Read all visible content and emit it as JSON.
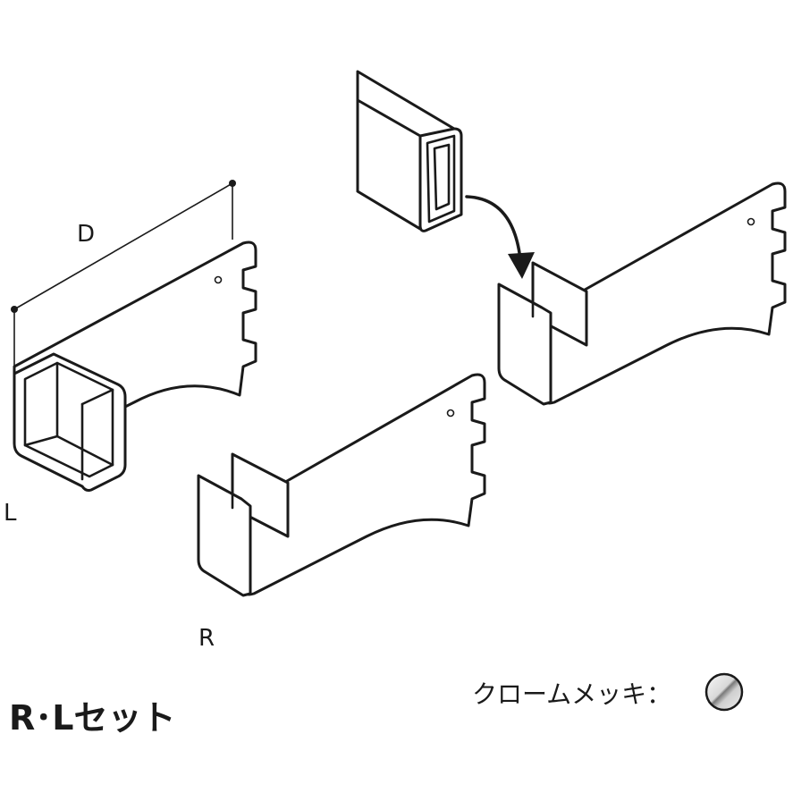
{
  "labels": {
    "dimension_d": "D",
    "part_l": "L",
    "part_r": "R",
    "set_name": "R･Lセット",
    "finish": "クロームメッキ：",
    "finish_swatch_icon": "chrome-swatch-icon"
  },
  "colors": {
    "line": "#1a1a1a",
    "background": "#ffffff",
    "chrome_light": "#f2f2f2",
    "chrome_dark": "#8a8a8a"
  }
}
